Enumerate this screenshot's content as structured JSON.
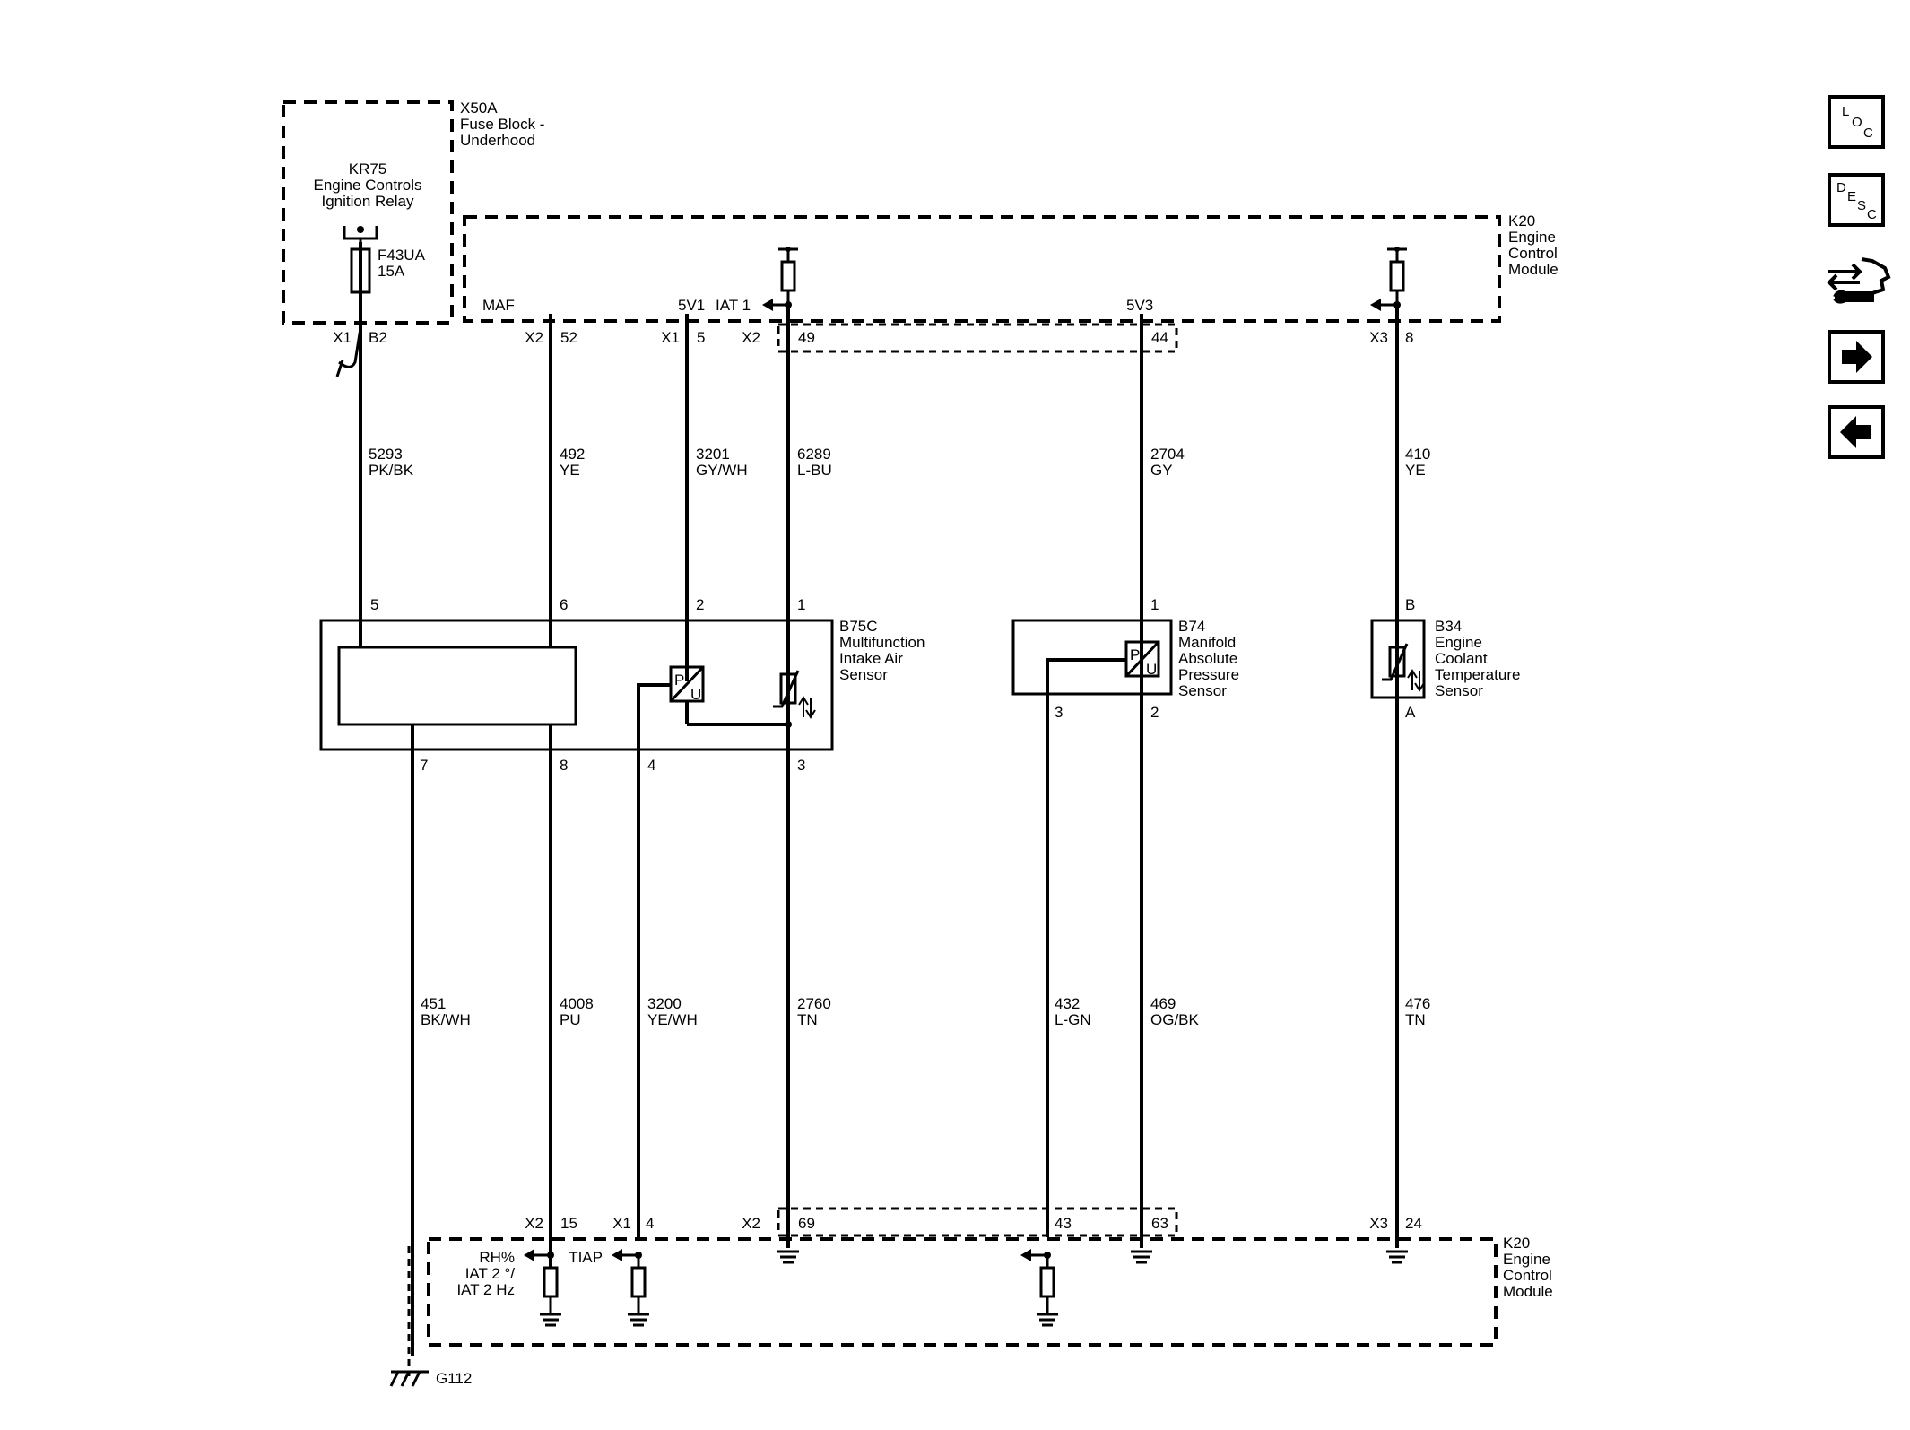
{
  "nav": {
    "loc": [
      "L",
      "O",
      "C"
    ],
    "desc": [
      "D",
      "E",
      "S",
      "C"
    ]
  },
  "blocks": {
    "fuse_block": [
      "X50A",
      "Fuse Block -",
      "Underhood"
    ],
    "relay": [
      "KR75",
      "Engine Controls",
      "Ignition Relay"
    ],
    "fuse": [
      "F43UA",
      "15A"
    ],
    "ecm_top": [
      "K20",
      "Engine",
      "Control",
      "Module"
    ],
    "ecm_bottom": [
      "K20",
      "Engine",
      "Control",
      "Module"
    ],
    "b75c": [
      "B75C",
      "Multifunction",
      "Intake Air",
      "Sensor"
    ],
    "b74": [
      "B74",
      "Manifold",
      "Absolute",
      "Pressure",
      "Sensor"
    ],
    "b34": [
      "B34",
      "Engine",
      "Coolant",
      "Temperature",
      "Sensor"
    ],
    "ground": "G112"
  },
  "signals": {
    "maf": "MAF",
    "v5v1": "5V1",
    "iat1": "IAT 1",
    "v5v3": "5V3",
    "rh": [
      "RH%",
      "IAT 2 °/",
      "IAT 2 Hz"
    ],
    "tiap": "TIAP"
  },
  "connectors_top": {
    "c1": [
      "X1",
      "B2"
    ],
    "c2": [
      "X2",
      "52"
    ],
    "c3": [
      "X1",
      "5"
    ],
    "c4": [
      "X2",
      "49"
    ],
    "c5": [
      "44"
    ],
    "c6": [
      "X3",
      "8"
    ]
  },
  "connectors_bottom": {
    "c1": [
      "X2",
      "15"
    ],
    "c2": [
      "X1",
      "4"
    ],
    "c3": [
      "X2",
      "69"
    ],
    "c4": [
      "43"
    ],
    "c5": [
      "63"
    ],
    "c6": [
      "X3",
      "24"
    ]
  },
  "wires_top": [
    [
      "5293",
      "PK/BK"
    ],
    [
      "492",
      "YE"
    ],
    [
      "3201",
      "GY/WH"
    ],
    [
      "6289",
      "L-BU"
    ],
    [
      "2704",
      "GY"
    ],
    [
      "410",
      "YE"
    ]
  ],
  "wires_bottom": [
    [
      "451",
      "BK/WH"
    ],
    [
      "4008",
      "PU"
    ],
    [
      "3200",
      "YE/WH"
    ],
    [
      "2760",
      "TN"
    ],
    [
      "432",
      "L-GN"
    ],
    [
      "469",
      "OG/BK"
    ],
    [
      "476",
      "TN"
    ]
  ],
  "pins": {
    "b75c_top": [
      "5",
      "6",
      "2",
      "1"
    ],
    "b75c_bottom": [
      "7",
      "8",
      "4",
      "3"
    ],
    "b74_top": "1",
    "b74_bottom": [
      "3",
      "2"
    ],
    "b34_top": "B",
    "b34_bottom": "A"
  },
  "symbol_letters": {
    "p": "P",
    "u": "U"
  }
}
